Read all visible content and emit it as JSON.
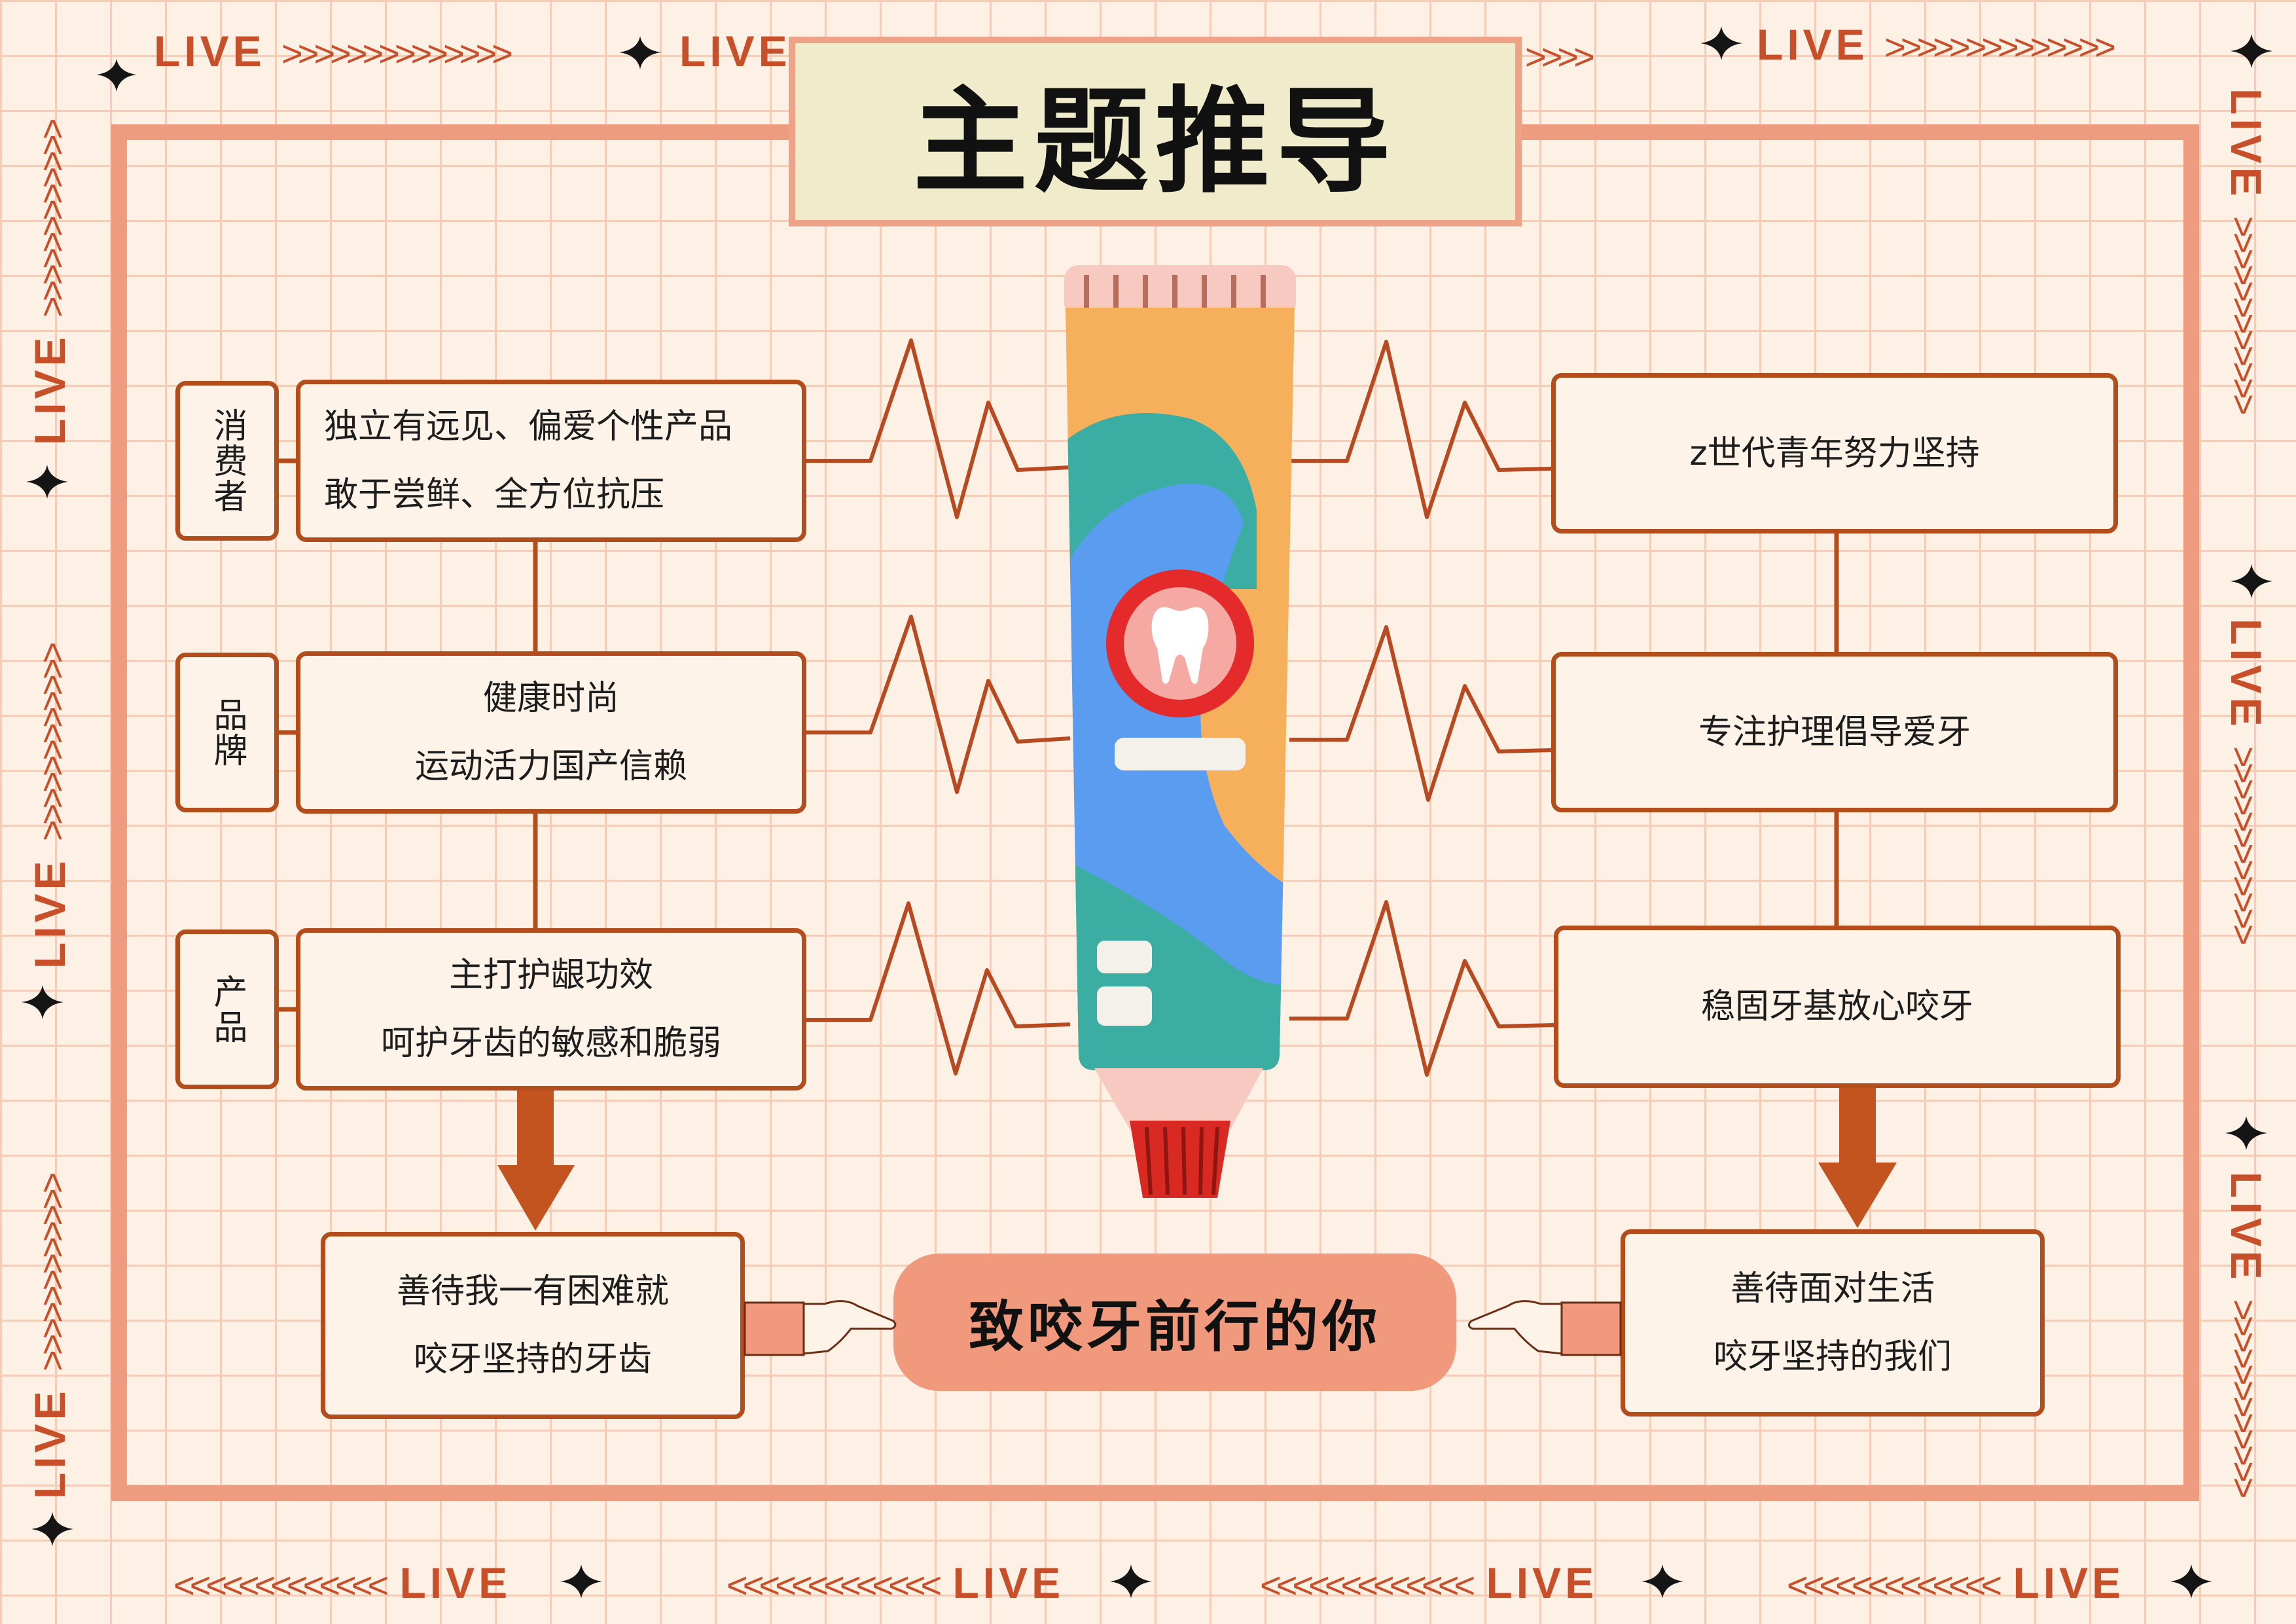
{
  "title": "主题推导",
  "live_label": "LIVE",
  "chevrons_right": ">>>>>>>>>>>>>>",
  "chevrons_left": "<<<<<<<<<<<<<",
  "tags": {
    "consumer": "消费者",
    "brand": "品牌",
    "product": "产品"
  },
  "left_boxes": {
    "consumer": [
      "独立有远见、偏爱个性产品",
      "敢于尝鲜、全方位抗压"
    ],
    "brand": [
      "健康时尚",
      "运动活力国产信赖"
    ],
    "product": [
      "主打护龈功效",
      "呵护牙齿的敏感和脆弱"
    ],
    "result": [
      "善待我一有困难就",
      "咬牙坚持的牙齿"
    ]
  },
  "right_boxes": {
    "consumer": "z世代青年努力坚持",
    "brand": "专注护理倡导爱牙",
    "product": "稳固牙基放心咬牙",
    "result": [
      "善待面对生活",
      "咬牙坚持的我们"
    ]
  },
  "slogan": "致咬牙前行的你",
  "colors": {
    "background": "#fdf1e6",
    "grid": "#f3cdb8",
    "frame": "#ef9b7f",
    "box_border": "#b34d1c",
    "title_bg": "#f0eccb",
    "slogan_bg": "#f1997c",
    "live_text": "#c7502a"
  },
  "icons": [
    "sparkle-star-icon",
    "toothpaste-tube-illustration",
    "tooth-icon",
    "pointing-hand-icon",
    "heartbeat-line-icon",
    "down-arrow-icon"
  ]
}
